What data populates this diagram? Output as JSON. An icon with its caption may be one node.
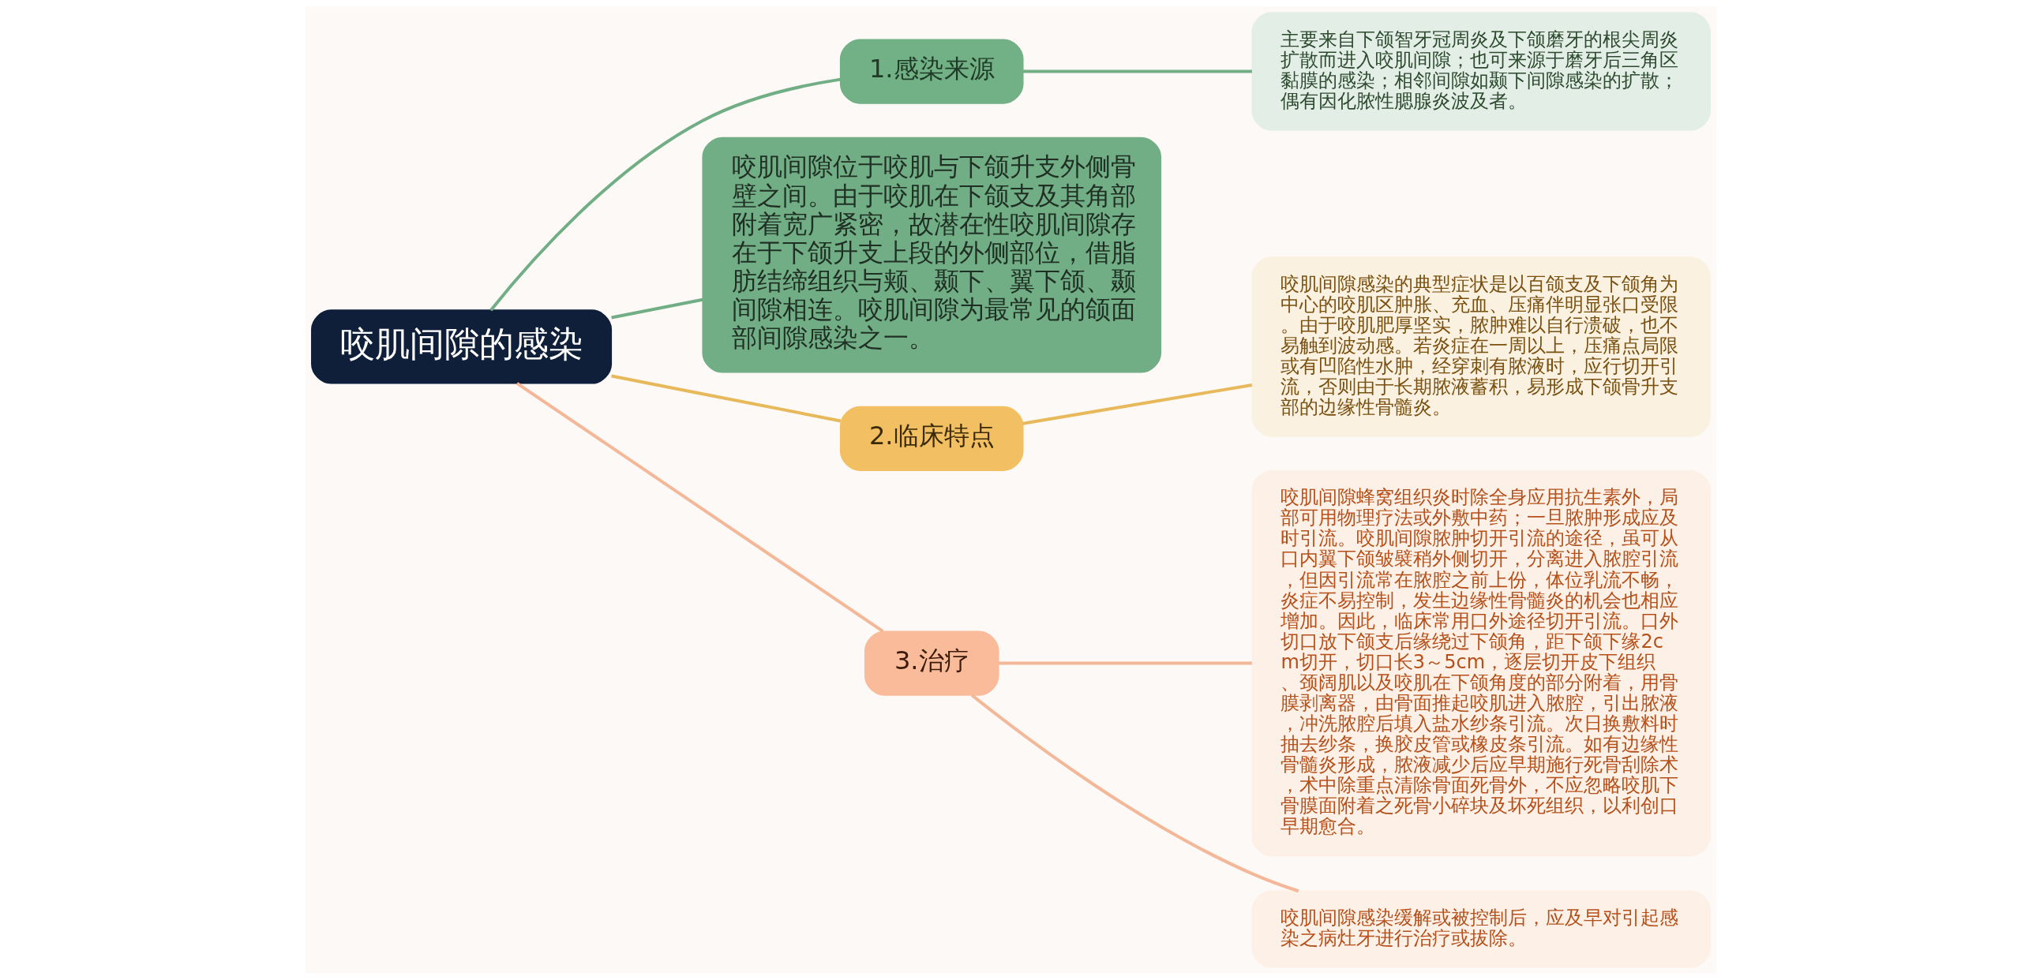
{
  "diagram": {
    "nodes": [
      {
        "text": [
          "咬肌间隙的感染"
        ]
      },
      {
        "text": [
          "1.感染来源"
        ]
      },
      {
        "text": [
          "主要来自下颌智牙冠周炎及下颌磨牙的根尖周炎扩散而进入咬肌间隙；也可来源于磨牙后三角区黏膜的感染；相邻间隙如颞下间隙感染的扩散；偶有因化脓性腮腺炎波及者。"
        ]
      },
      {
        "text": [
          "咬肌间隙位于咬肌与下颌升支外侧骨壁之间。由于咬肌在下颌支及其角部附着宽广紧密，故潜在性咬肌间隙存在于下颌升支上段的外侧部位，借脂肪结缔组织与颊、颞下、翼下颌、颞间隙相连。咬肌间隙为最常见的颌面部间隙感染之一。"
        ]
      },
      {
        "text": [
          "2.临床特点"
        ]
      },
      {
        "text": [
          "咬肌间隙感染的典型症状是以百颌支及下颌角为中心的咬肌区肿胀、充血、压痛伴明显张口受限。由于咬肌肥厚坚实，脓肿难以自行溃破，也不易触到波动感。若炎症在一周以上，压痛点局限或有凹陷性水肿，经穿刺有脓液时，应行切开引流，否则由于长期脓液蓄积，易形成下颌骨升支部的边缘性骨髓炎。"
        ]
      },
      {
        "text": [
          "3.治疗"
        ]
      },
      {
        "text": [
          "咬肌间隙蜂窝组织炎时除全身应用抗生素外，局部可用物理疗法或外敷中药；一旦脓肿形成应及时引流。咬肌间隙脓肿切开引流的途径，虽可从口内翼下颌皱襞稍外侧切开，分离进入脓腔引流，但因引流常在脓腔之前上份，体位乳流不畅，炎症不易控制，发生边缘性骨髓炎的机会也相应增加。因此，临床常用口外途径切开引流。口外切口放下颌支后缘绕过下颌角，距下颌下缘2cm切开，切口长3～5cm，逐层切开皮下组织、颈阔肌以及咬肌在下颌角度的部分附着，用骨膜剥离器，由骨面推起咬肌进入脓腔，引出脓液，冲洗脓腔后填入盐水纱条引流。次日换敷料时抽去纱条，换胶皮管或橡皮条引流。如有边缘性骨髓炎形成，脓液减少后应早期施行死骨刮除术，术中除重点清除骨面死骨外，不应忽略咬肌下骨膜面附着之死骨小碎块及坏死组织，以利创口早期愈合。"
        ]
      },
      {
        "text": [
          "咬肌间隙感染缓解或被控制后，应及早对引起感染之病灶牙进行治疗或拔除。"
        ]
      }
    ],
    "edges": [
      {
        "from": 0,
        "to": 1,
        "arrow": "none"
      },
      {
        "from": 1,
        "to": 2,
        "arrow": "none"
      },
      {
        "from": 0,
        "to": 3,
        "arrow": "none"
      },
      {
        "from": 0,
        "to": 4,
        "arrow": "none",
        "color": "#e8b95a"
      },
      {
        "from": 4,
        "to": 5,
        "arrow": "none",
        "color": "#e8b95a"
      },
      {
        "from": 0,
        "to": 6,
        "arrow": "none",
        "color": "#f4b898"
      },
      {
        "from": 6,
        "to": 7,
        "arrow": "none",
        "color": "#f4b898"
      },
      {
        "from": 6,
        "to": 8,
        "arrow": "none",
        "color": "#f4b898"
      }
    ]
  }
}
